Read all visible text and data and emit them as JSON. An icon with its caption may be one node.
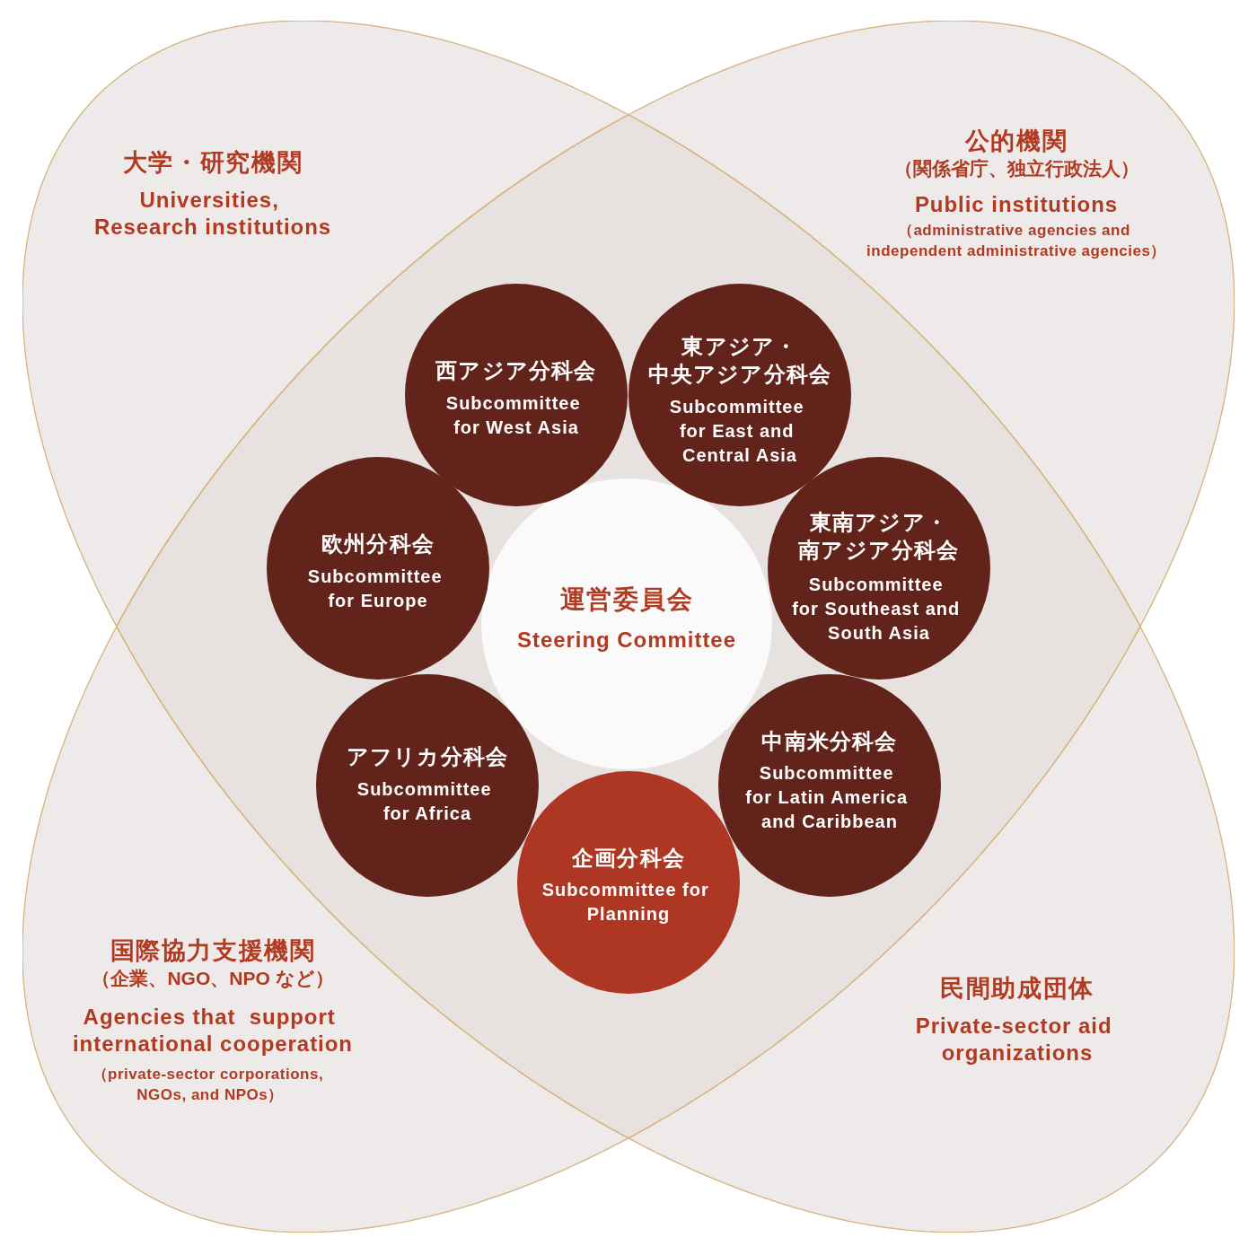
{
  "diagram": {
    "nodes": [
      {
        "text": [
          "大学・研究機関",
          "Universities, Research institutions"
        ]
      },
      {
        "text": [
          "公的機関",
          "（関係省庁、独立行政法人）",
          "Public institutions",
          "（administrative agencies and independent administrative agencies）"
        ]
      },
      {
        "text": [],
        "shape": "diamond"
      },
      {
        "text": [
          "西アジア分科会",
          "Subcommittee for West Asia"
        ],
        "in": 2
      },
      {
        "text": [
          "東アジア・中央アジア分科会",
          "Subcommittee for East and Central Asia"
        ],
        "in": 2
      },
      {
        "text": [
          "欧州分科会",
          "Subcommittee for Europe"
        ],
        "in": 2
      },
      {
        "text": [
          "東南アジア・南アジア分科会",
          "Subcommittee for Southeast and South Asia"
        ],
        "in": 2
      },
      {
        "text": [
          "運営委員会",
          "Steering Committee"
        ],
        "in": 2
      },
      {
        "text": [
          "アフリカ分科会",
          "Subcommittee for Africa"
        ],
        "in": 2
      },
      {
        "text": [
          "中南米分科会",
          "Subcommittee for Latin America and Caribbean"
        ],
        "in": 2
      },
      {
        "text": [
          "企画分科会",
          "Subcommittee for Planning"
        ],
        "in": 2
      },
      {
        "text": [
          "国際協力支援機関",
          "（企業、NGO、NPO など）",
          "Agencies that  support international cooperation",
          "（private-sector corporations, NGOs, and NPOs）"
        ]
      },
      {
        "text": [
          "民間助成団体",
          "Private-sector aid organizations"
        ]
      }
    ]
  }
}
